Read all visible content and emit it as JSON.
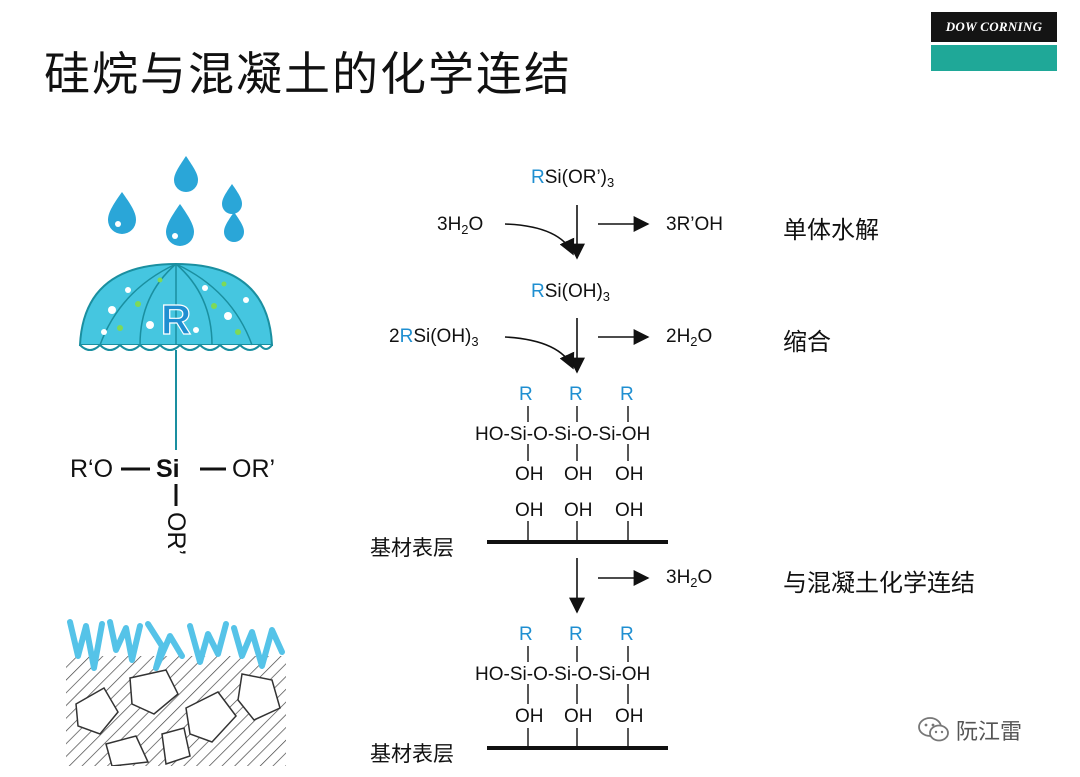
{
  "slide": {
    "title": "硅烷与混凝土的化学连结"
  },
  "logo": {
    "text": "DOW CORNING",
    "primary_color": "#141414",
    "accent_color": "#1fa898"
  },
  "umbrella": {
    "letter": "R",
    "bond_left": "R‘O",
    "bond_center": "Si",
    "bond_right": "OR’",
    "bond_bottom": "OR’"
  },
  "reaction": {
    "reactant": {
      "r": "R",
      "main": "Si(OR’)",
      "sub": "3"
    },
    "step1": {
      "input_pre": "3H",
      "input_sub": "2",
      "input_post": "O",
      "output": "3R’OH",
      "label": "单体水解"
    },
    "intermediate": {
      "r": "R",
      "main": "Si(OH)",
      "sub": "3"
    },
    "step2": {
      "input_pre": "2",
      "input_r": "R",
      "input_main": "Si(OH)",
      "input_sub": "3",
      "output_pre": "2H",
      "output_sub": "2",
      "output_post": "O",
      "label": "缩合"
    },
    "oligomer": {
      "r_groups": [
        "R",
        "R",
        "R"
      ],
      "backbone": [
        "HO",
        "Si",
        "O",
        "Si",
        "O",
        "Si",
        "OH"
      ],
      "pendant": [
        "OH",
        "OH",
        "OH"
      ]
    },
    "substrate_top": {
      "groups": [
        "OH",
        "OH",
        "OH"
      ],
      "label": "基材表层"
    },
    "step3": {
      "output_pre": "3H",
      "output_sub": "2",
      "output_post": "O",
      "label": "与混凝土化学连结"
    },
    "bonded": {
      "r_groups": [
        "R",
        "R",
        "R"
      ],
      "backbone": [
        "HO",
        "Si",
        "O",
        "Si",
        "O",
        "Si",
        "OH"
      ],
      "pendant": [
        "OH",
        "OH",
        "OH"
      ],
      "substrate_label": "基材表层"
    }
  },
  "watermark": {
    "text": "阮江雷"
  },
  "colors": {
    "r_group": "#1f8fd1",
    "umbrella": "#45c6e0",
    "drop": "#2aa6d8",
    "handle": "#1a8fa0"
  }
}
